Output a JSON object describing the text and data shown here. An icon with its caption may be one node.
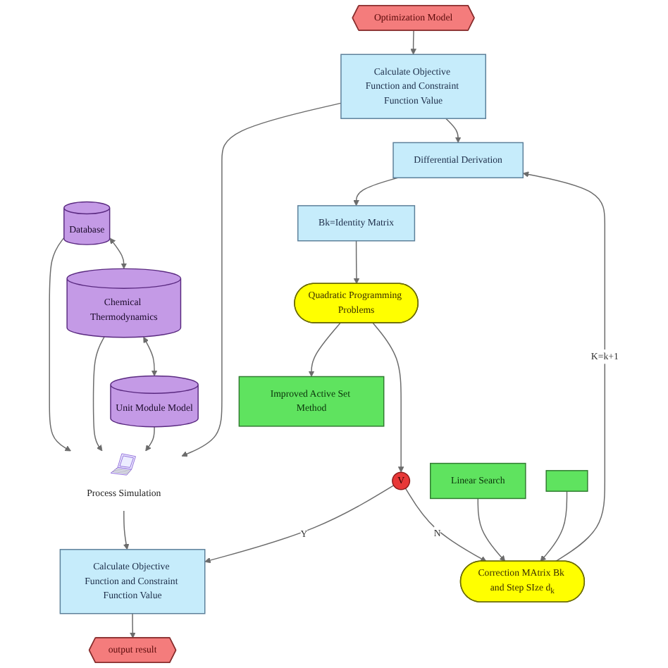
{
  "diagram": {
    "nodes": [
      {
        "text": [
          "Database"
        ]
      },
      {
        "text": [
          "Chemical Thermodynamics"
        ]
      },
      {
        "text": [
          "Optimization Model"
        ]
      },
      {
        "text": [
          "Calculate Objective Function and Constraint Function Value"
        ]
      },
      {
        "text": [],
        "shape": "picture",
        "beside": [
          "Process Simulation"
        ]
      },
      {
        "text": [
          "Unit Module Model"
        ]
      },
      {
        "text": [
          "Differential Derivation"
        ]
      },
      {
        "text": [
          "Bk=Identity Matrix"
        ]
      },
      {
        "text": [
          "Quadratic Programming Problems"
        ]
      },
      {
        "text": [
          "Improved Active Set Method"
        ]
      },
      {
        "text": [
          "V"
        ]
      },
      {
        "text": [
          "Calculate Objective Function and Constraint Function Value"
        ]
      },
      {
        "text": [
          "output result"
        ]
      },
      {
        "text": [
          "Correction MAtrix Bk and Step SIze d$_{k}$"
        ]
      },
      {
        "text": [
          "Linear Search"
        ]
      },
      {
        "text": [],
        "shape": "box"
      }
    ],
    "edges": [
      {
        "from": 2,
        "to": 3,
        "arrow": "to"
      },
      {
        "from": 3,
        "to": 4,
        "arrow": "to"
      },
      {
        "from": 0,
        "to": 4,
        "arrow": "to"
      },
      {
        "from": 1,
        "to": 4,
        "arrow": "to"
      },
      {
        "from": 5,
        "to": 4,
        "arrow": "to"
      },
      {
        "from": 0,
        "to": 1,
        "arrow": "both"
      },
      {
        "from": 1,
        "to": 5,
        "arrow": "both"
      },
      {
        "from": 3,
        "to": 6,
        "arrow": "to"
      },
      {
        "from": 6,
        "to": 7,
        "arrow": "to"
      },
      {
        "from": 7,
        "to": 8,
        "arrow": "to"
      },
      {
        "from": 8,
        "to": 9,
        "arrow": "to"
      },
      {
        "from": 4,
        "to": 11,
        "arrow": "to"
      },
      {
        "from": 8,
        "to": 10,
        "arrow": "to"
      },
      {
        "from": 10,
        "to": 11,
        "arrow": "to",
        "label": "Y"
      },
      {
        "from": 11,
        "to": 12,
        "arrow": "to"
      },
      {
        "from": 10,
        "to": 13,
        "arrow": "to",
        "label": "N"
      },
      {
        "from": 14,
        "to": 13,
        "arrow": "to"
      },
      {
        "from": 15,
        "to": 13,
        "arrow": "to"
      },
      {
        "from": 13,
        "to": 6,
        "arrow": "to",
        "label": "K=k+1"
      }
    ]
  }
}
